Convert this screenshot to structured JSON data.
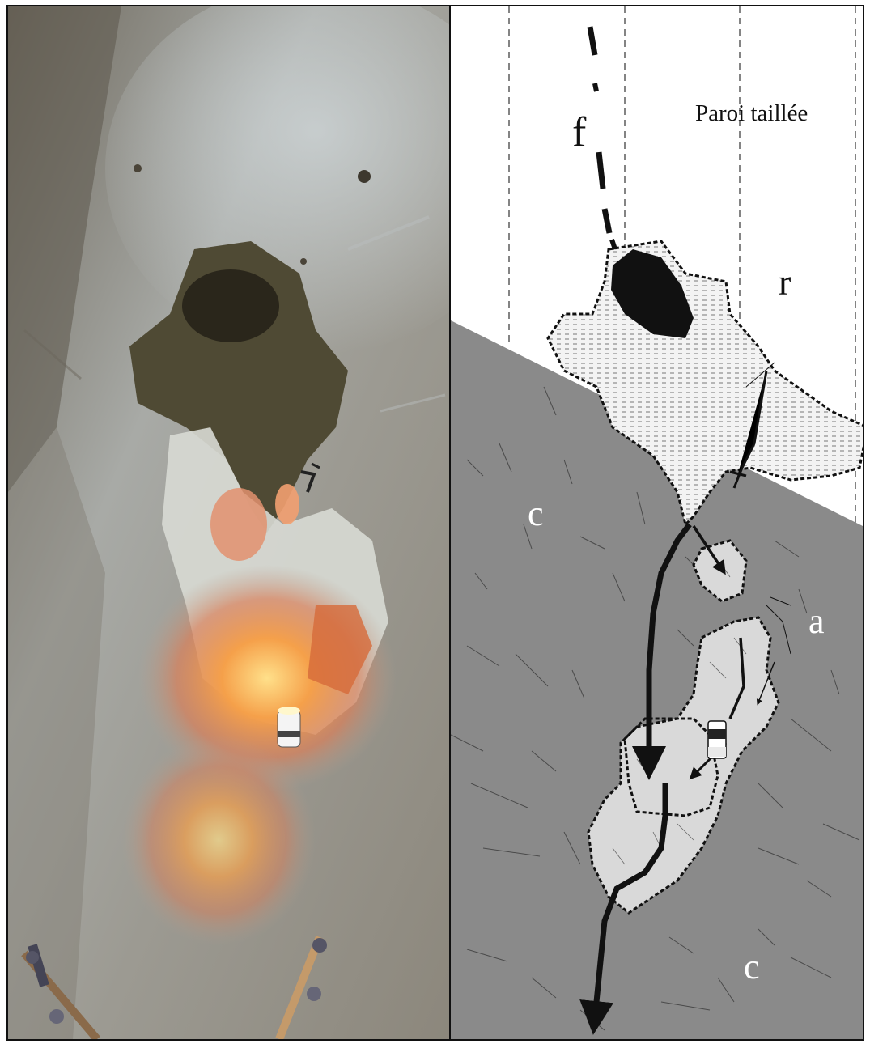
{
  "figure": {
    "photo_panel": {
      "description_icons": [
        "cave-photo",
        "lamp-icon",
        "ski-pole-icon"
      ]
    },
    "sketch_panel": {
      "labels": {
        "wall": "Paroi taillée",
        "f": "f",
        "r": "r",
        "c_top": "c",
        "a": "a",
        "c_bottom": "c"
      },
      "colors": {
        "rock": "#8a8a8a",
        "fill_zone": "#d9d9d9",
        "dark_void": "#111111",
        "white_label": "#ffffff"
      }
    }
  }
}
